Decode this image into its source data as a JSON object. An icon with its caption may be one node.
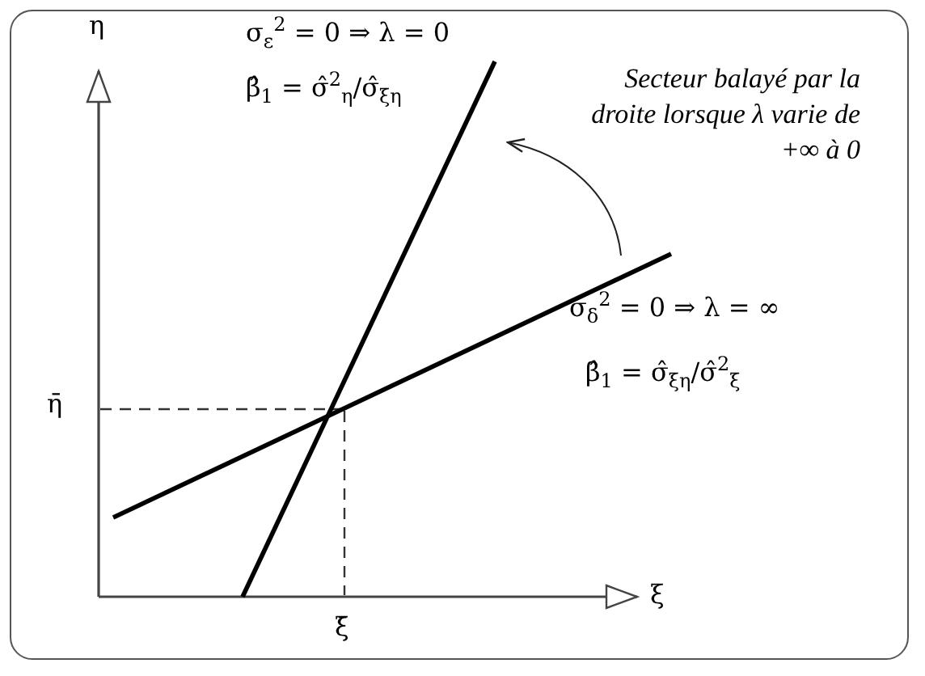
{
  "diagram": {
    "labels": [
      "η",
      "σ$_{ε}$$^{2}$ = 0  ⇒  λ = 0",
      "β̂$_{1}$ = σ̂$^{2}$$_{η}$/σ̂$_{ξη}$",
      "Secteur balayé par la droite lorsque λ varie de +∞ à 0",
      "σ$_{δ}$$^{2}$ = 0  ⇒  λ = ∞",
      "β̂$_{1}$ = σ̂$_{ξη}$/σ̂$^{2}$$_{ξ}$",
      "η̄",
      "ξ̄",
      "ξ"
    ]
  }
}
